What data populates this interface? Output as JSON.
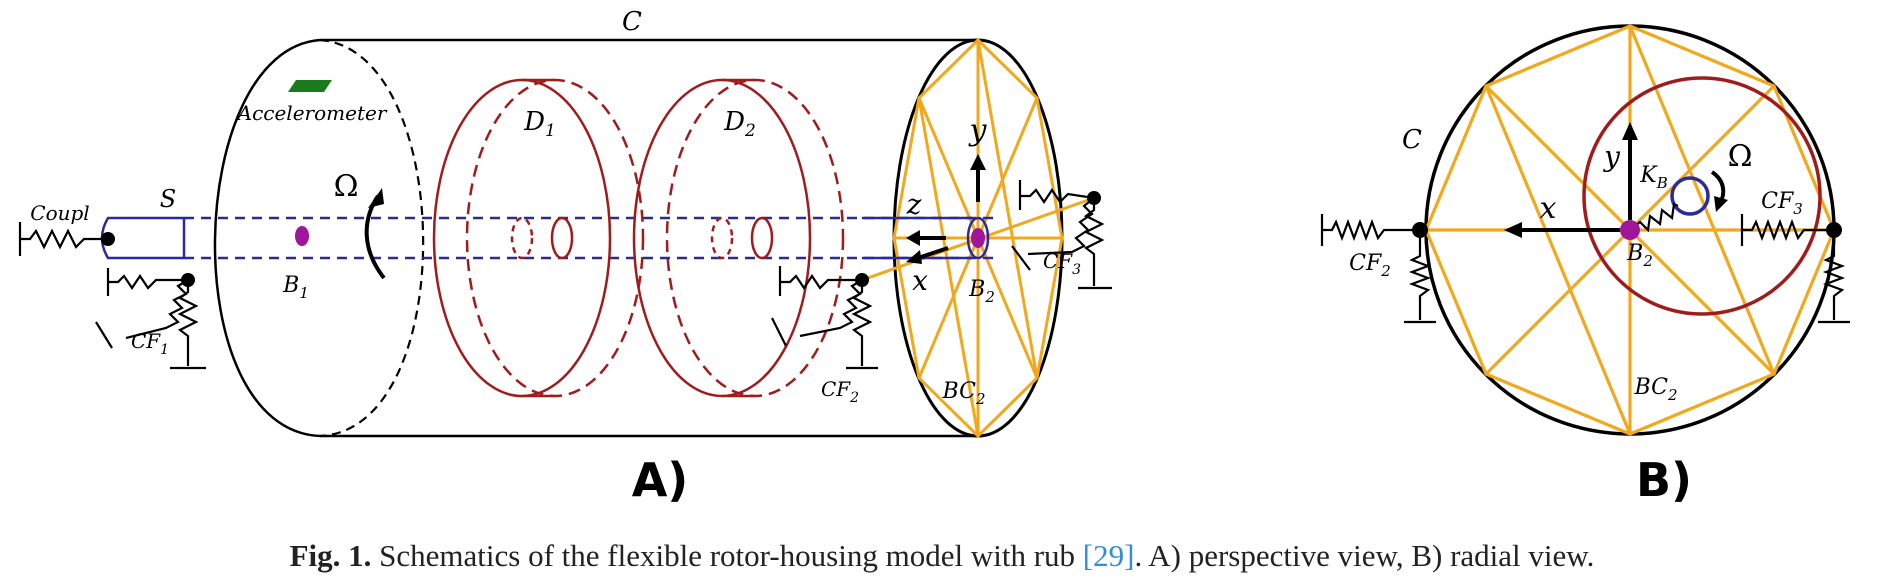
{
  "panel_a": {
    "label": "A)",
    "housing_label": "C",
    "accelerometer_label": "Accelerometer",
    "coupling_label": "Coupl",
    "shaft_label": "S",
    "speed_symbol": "Ω",
    "bearing_1": "B",
    "bearing_1_sub": "1",
    "disk_1": "D",
    "disk_1_sub": "1",
    "disk_2": "D",
    "disk_2_sub": "2",
    "support_1": "CF",
    "support_1_sub": "1",
    "support_2": "CF",
    "support_2_sub": "2",
    "support_3": "CF",
    "support_3_sub": "3",
    "bearing_2": "B",
    "bearing_2_sub": "2",
    "bearing_housing": "BC",
    "bearing_housing_sub": "2",
    "axis_x": "x",
    "axis_y": "y",
    "axis_z": "z"
  },
  "panel_b": {
    "label": "B)",
    "housing_label": "C",
    "speed_symbol": "Ω",
    "axis_x": "x",
    "axis_y": "y",
    "stiffness": "K",
    "stiffness_sub": "B",
    "bearing_2": "B",
    "bearing_2_sub": "2",
    "support_2": "CF",
    "support_2_sub": "2",
    "support_3": "CF",
    "support_3_sub": "3",
    "bearing_housing": "BC",
    "bearing_housing_sub": "2"
  },
  "caption": {
    "fig_label": "Fig. 1.",
    "text": "Schematics of the flexible rotor-housing model with rub",
    "ref": "[29]",
    "tail": ". A) perspective view, B) radial view."
  },
  "colors": {
    "housing": "#000000",
    "disk": "#a01c1c",
    "shaft": "#2a2a9a",
    "bearing_frame": "#f2a81d",
    "node": "#a0169a",
    "accelerometer": "#1b7a1b",
    "caption_ref": "#2f8fd6"
  }
}
